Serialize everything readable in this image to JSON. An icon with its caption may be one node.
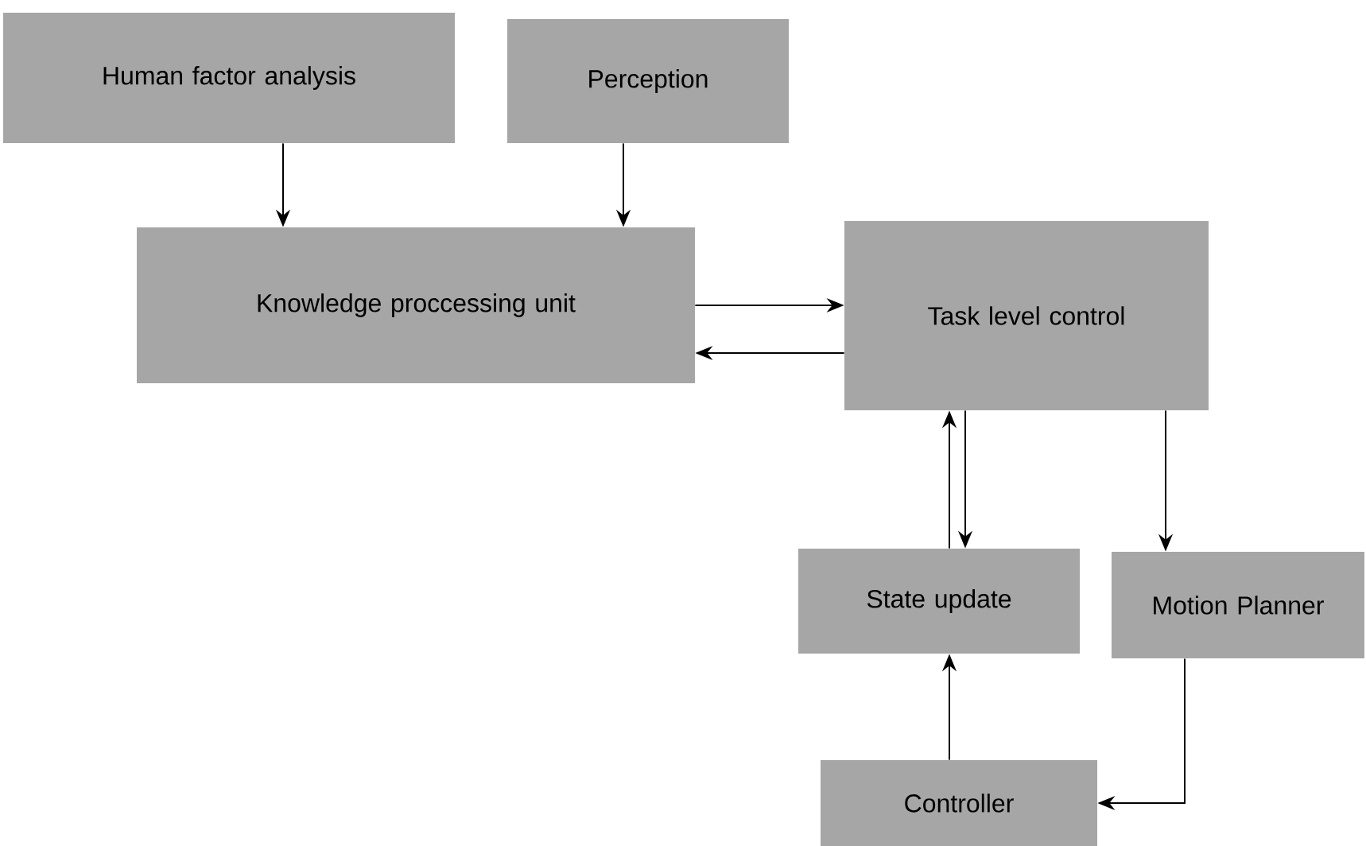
{
  "diagram": {
    "nodes": [
      {
        "text": [
          "Human factor analysis"
        ]
      },
      {
        "text": [
          "Perception"
        ]
      },
      {
        "text": [
          "Knowledge proccessing unit"
        ]
      },
      {
        "text": [
          "Task level control"
        ]
      },
      {
        "text": [
          "State update"
        ]
      },
      {
        "text": [
          "Motion Planner"
        ]
      },
      {
        "text": [
          "Controller"
        ]
      }
    ],
    "edges": [
      {
        "from": 0,
        "to": 2,
        "arrow": "to"
      },
      {
        "from": 1,
        "to": 2,
        "arrow": "to"
      },
      {
        "from": 2,
        "to": 3,
        "arrow": "to"
      },
      {
        "from": 3,
        "to": 2,
        "arrow": "to"
      },
      {
        "from": 4,
        "to": 3,
        "arrow": "to"
      },
      {
        "from": 3,
        "to": 4,
        "arrow": "to"
      },
      {
        "from": 3,
        "to": 5,
        "arrow": "to"
      },
      {
        "from": 6,
        "to": 4,
        "arrow": "to"
      },
      {
        "from": 5,
        "to": 6,
        "arrow": "to"
      }
    ]
  }
}
